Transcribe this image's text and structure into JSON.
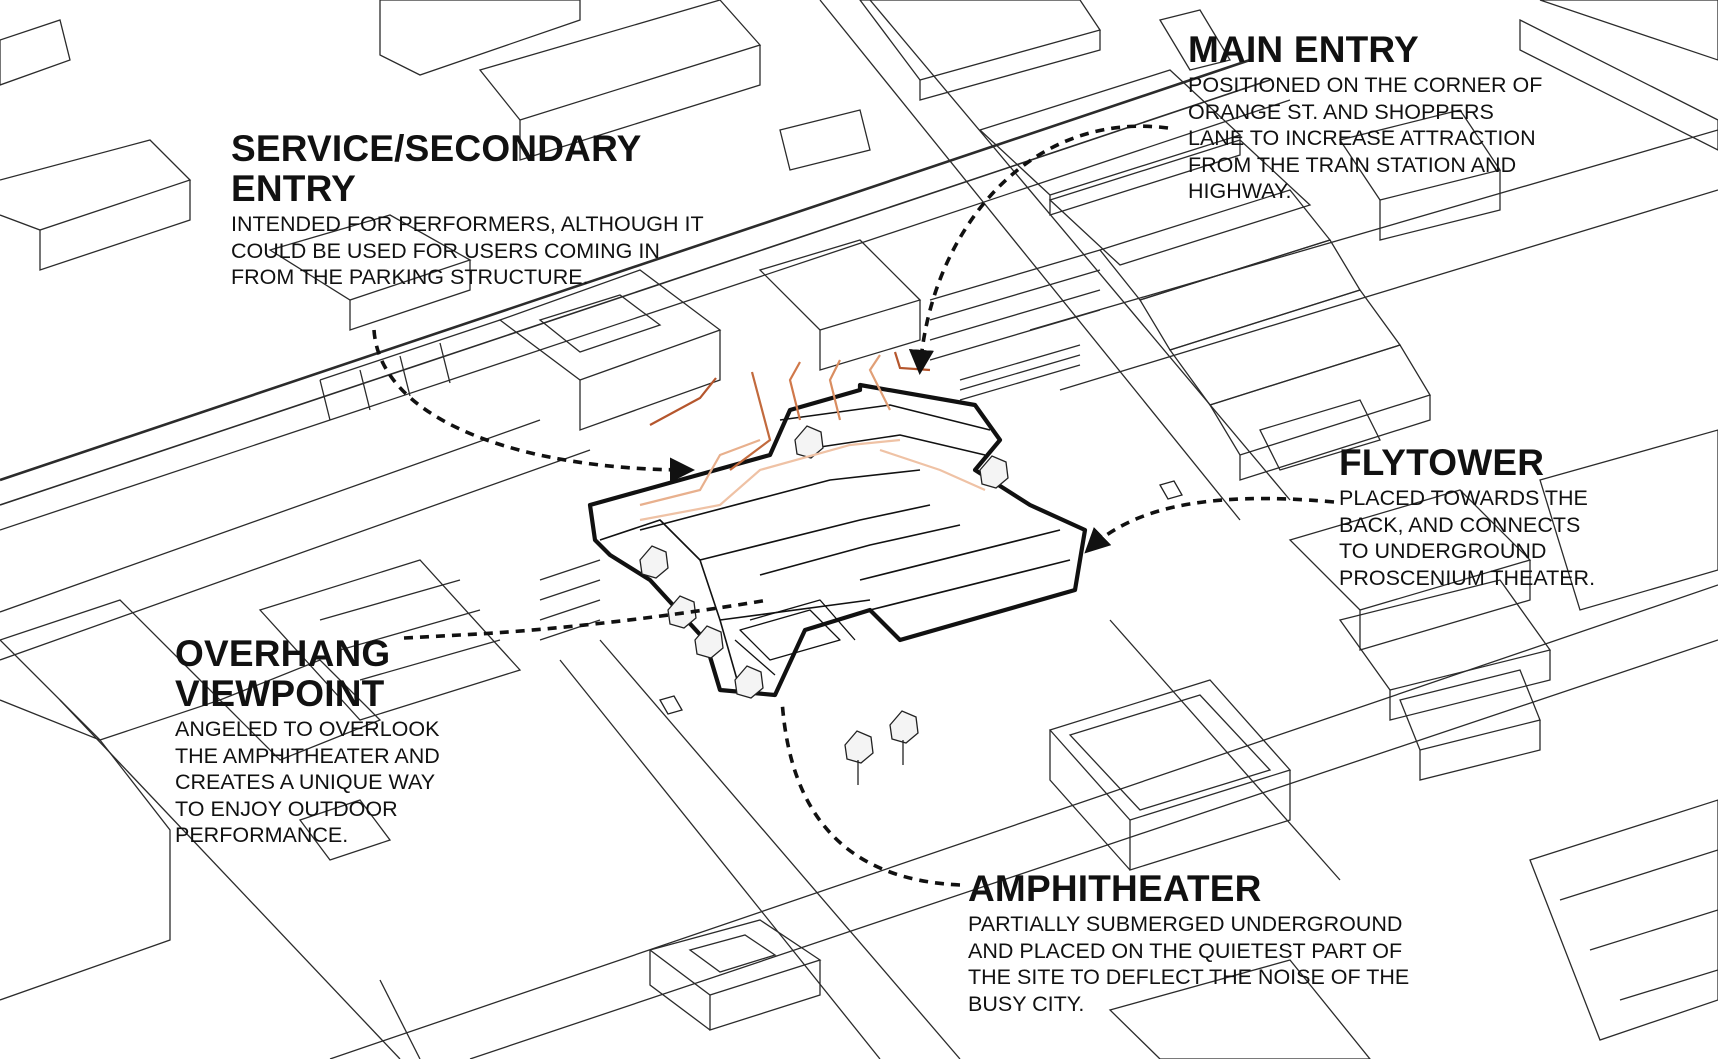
{
  "callouts": {
    "main_entry": {
      "title": "MAIN ENTRY",
      "body": "POSITIONED ON THE CORNER OF\nORANGE ST. AND SHOPPERS\nLANE TO INCREASE ATTRACTION\nFROM THE TRAIN STATION AND\nHIGHWAY."
    },
    "service_entry": {
      "title": "SERVICE/SECONDARY\nENTRY",
      "body": "INTENDED FOR PERFORMERS, ALTHOUGH IT\nCOULD BE USED FOR USERS COMING IN\nFROM THE PARKING STRUCTURE."
    },
    "flytower": {
      "title": "FLYTOWER",
      "body": "PLACED TOWARDS THE\nBACK, AND CONNECTS\nTO UNDERGROUND\nPROSCENIUM THEATER."
    },
    "overhang": {
      "title": "OVERHANG\nVIEWPOINT",
      "body": "ANGELED TO OVERLOOK\nTHE AMPHITHEATER  AND\nCREATES A UNIQUE WAY\nTO ENJOY OUTDOOR\nPERFORMANCE."
    },
    "amphitheater": {
      "title": "AMPHITHEATER",
      "body": "PARTIALLY SUBMERGED  UNDERGROUND\nAND PLACED ON THE QUIETEST PART OF\nTHE SITE TO DEFLECT THE NOISE OF THE\nBUSY CITY."
    }
  },
  "colors": {
    "line": "#1a1a1a",
    "context_line": "#2b2b2b",
    "path_dark": "#b5562d",
    "path_mid": "#d98d60",
    "path_light": "#efc2a5",
    "background": "#ffffff"
  }
}
